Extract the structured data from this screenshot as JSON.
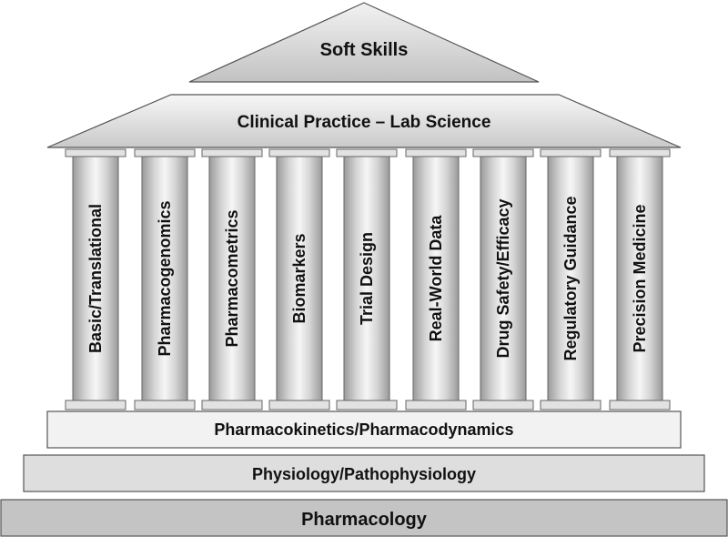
{
  "roof": {
    "label": "Soft Skills"
  },
  "pediment": {
    "label": "Clinical Practice – Lab Science"
  },
  "pillars": [
    {
      "label": "Basic/Translational"
    },
    {
      "label": "Pharmacogenomics"
    },
    {
      "label": "Pharmacometrics"
    },
    {
      "label": "Biomarkers"
    },
    {
      "label": "Trial Design"
    },
    {
      "label": "Real-World Data"
    },
    {
      "label": "Drug Safety/Efficacy"
    },
    {
      "label": "Regulatory Guidance"
    },
    {
      "label": "Precision Medicine"
    }
  ],
  "foundation": [
    {
      "label": "Pharmacokinetics/Pharmacodynamics"
    },
    {
      "label": "Physiology/Pathophysiology"
    },
    {
      "label": "Pharmacology"
    }
  ],
  "colors": {
    "stroke": "#555555",
    "shade_dark": "#9a9a9a",
    "shade_light": "#f4f4f4",
    "step_light": "#f2f2f2",
    "step_mid": "#dedede",
    "step_dark": "#c4c4c4"
  }
}
